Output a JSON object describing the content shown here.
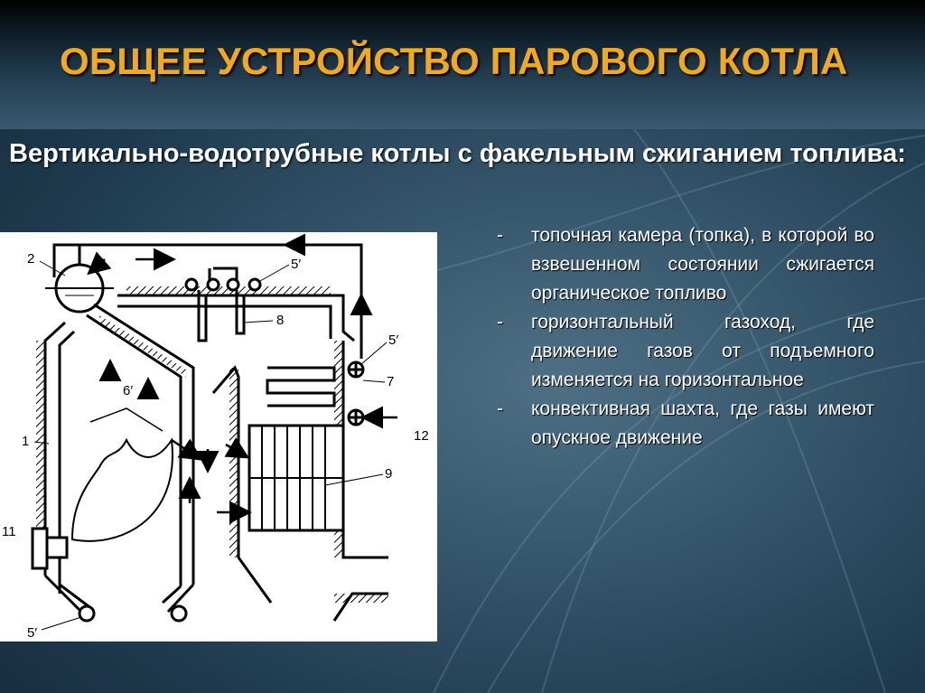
{
  "slide": {
    "title": "ОБЩЕЕ УСТРОЙСТВО ПАРОВОГО КОТЛА",
    "subtitle": "Вертикально-водотрубные котлы с факельным сжиганием топлива:"
  },
  "bullets": [
    "топочная камера (топка), в которой во взвешенном состоянии сжигается органическое топливо",
    "горизонтальный газоход, где движение газов от подъемного изменяется на горизонтальное",
    "конвективная шахта, где газы имеют опускное движение"
  ],
  "diagram": {
    "labels": {
      "l1": "1",
      "l2": "2",
      "l5a": "5′",
      "l5b": "5′",
      "l5c": "5′",
      "l6": "6′",
      "l7": "7",
      "l8": "8",
      "l9": "9",
      "l11": "11",
      "l12": "12"
    }
  },
  "colors": {
    "title": "#f4a91a",
    "text": "#ffffff"
  }
}
